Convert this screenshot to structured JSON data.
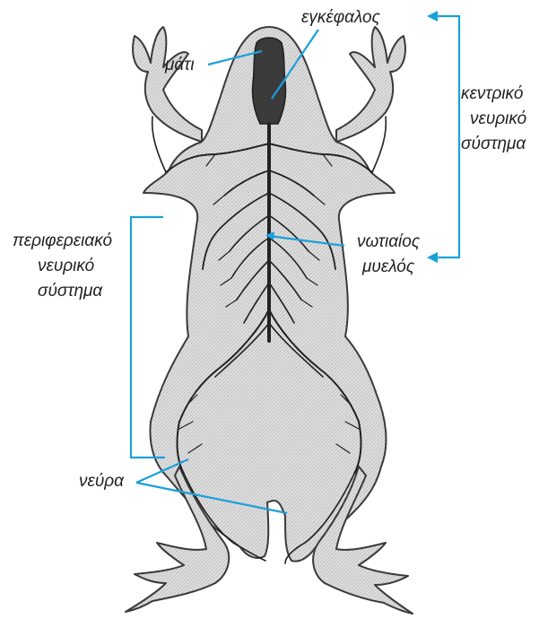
{
  "labels": {
    "brain": "εγκέφαλος",
    "eye": "μάτι",
    "spinal_cord_line1": "νωτιαίος",
    "spinal_cord_line2": "μυελός",
    "nerves": "νεύρα",
    "cns_line1": "κεντρικό",
    "cns_line2": "νευρικό",
    "cns_line3": "σύστημα",
    "pns_line1": "περιφερειακό",
    "pns_line2": "νευρικό",
    "pns_line3": "σύστημα"
  },
  "colors": {
    "accent": "#1aa0dc",
    "body_fill": "#d8d8d8",
    "outline": "#333333",
    "nerve": "#2a2a2a"
  }
}
